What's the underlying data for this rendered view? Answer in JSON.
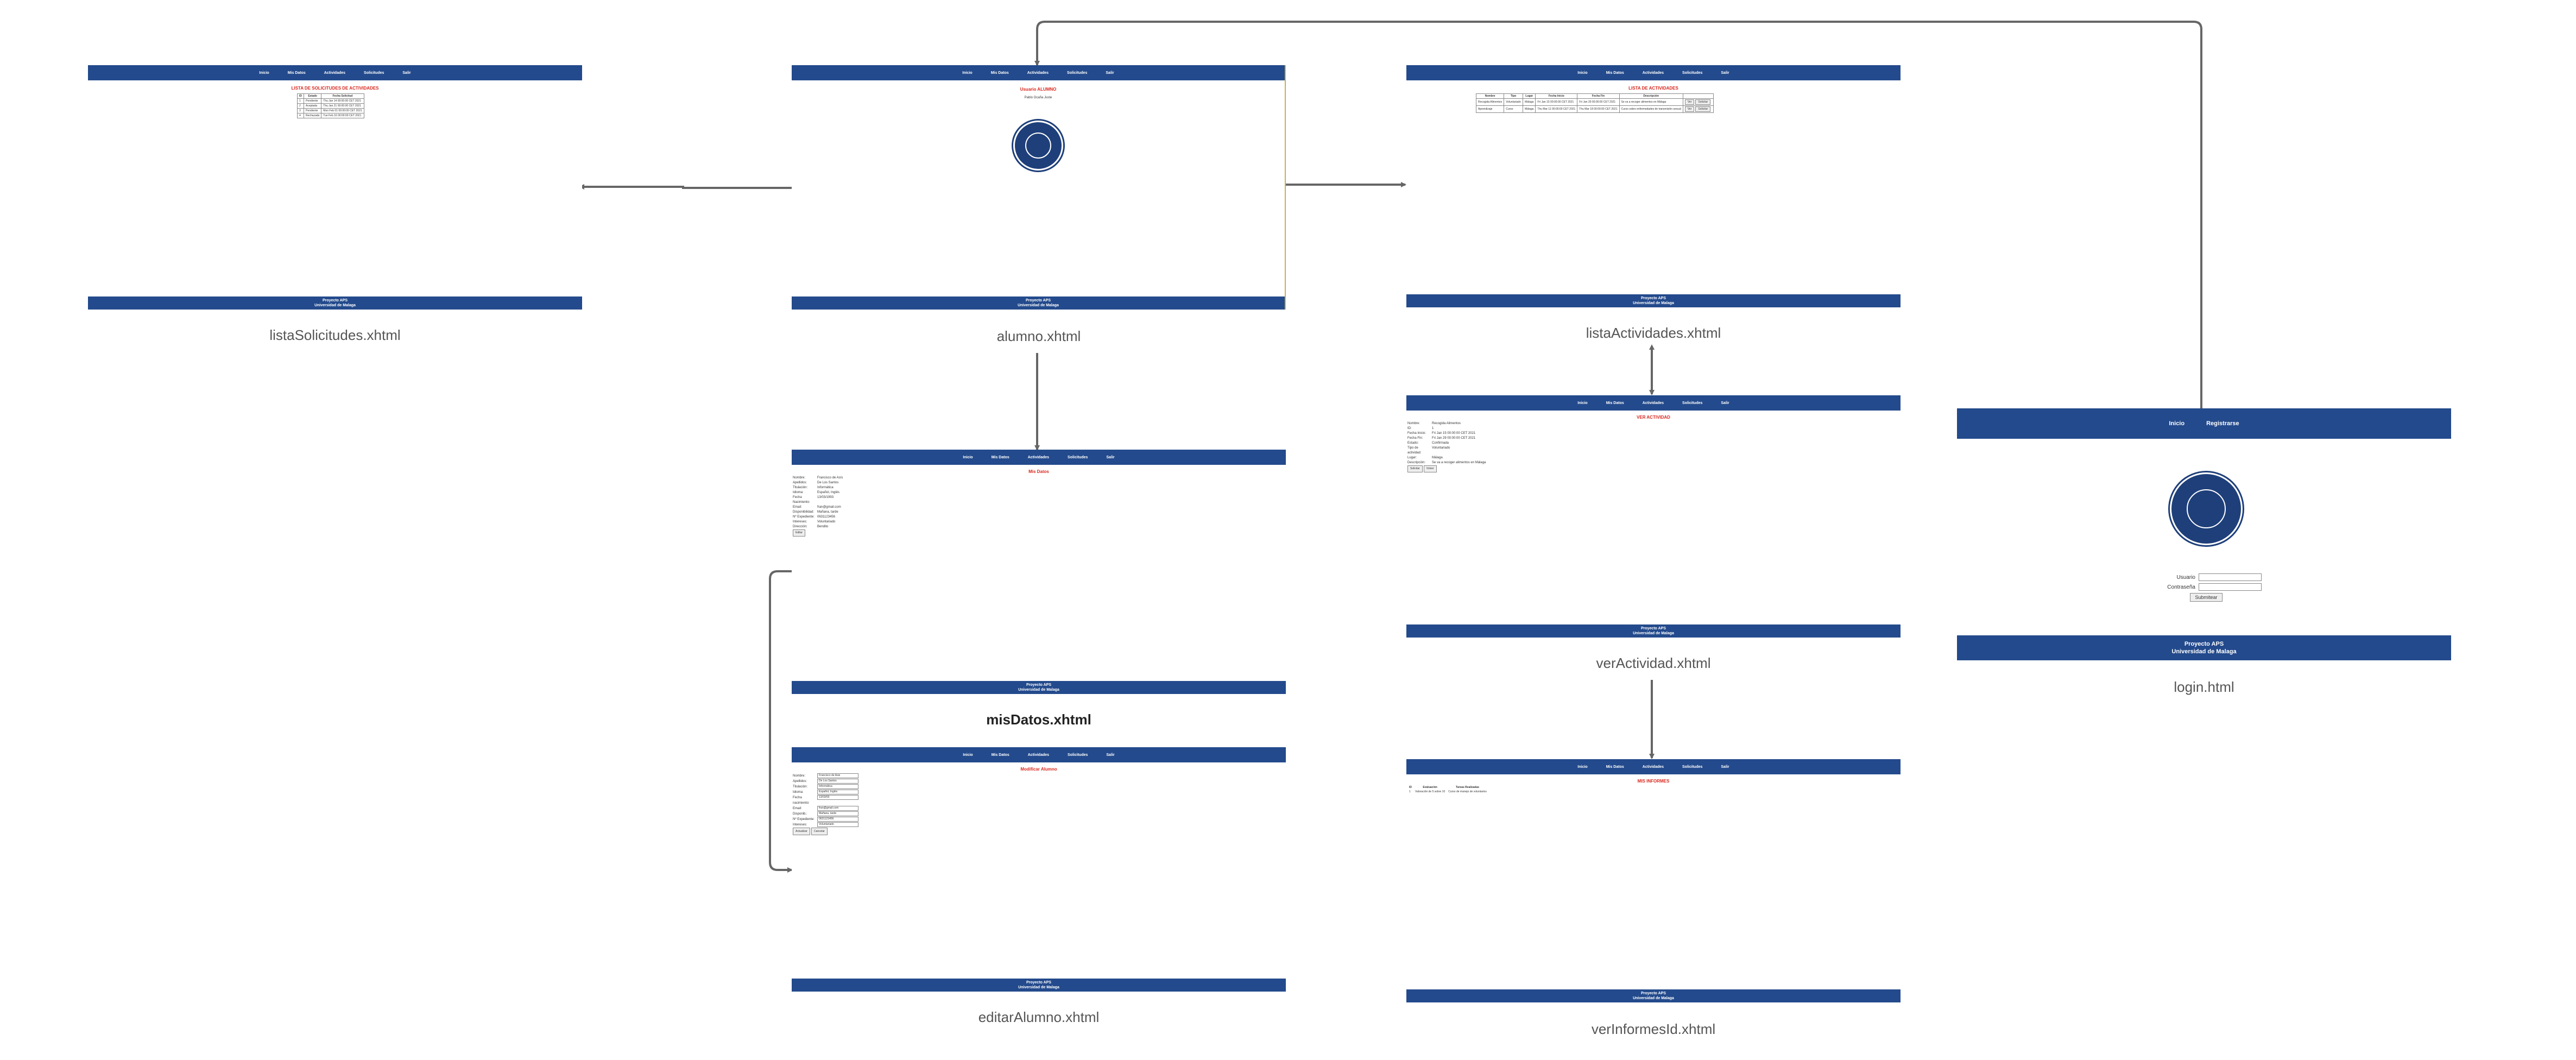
{
  "nav": {
    "home": "Inicio",
    "my_data": "Mis Datos",
    "activities": "Actividades",
    "requests": "Solicitudes",
    "exit": "Salir",
    "register": "Registrarse"
  },
  "footer": {
    "line1": "Proyecto APS",
    "line2": "Universidad de Malaga"
  },
  "screens": {
    "listaSolicitudes": {
      "caption": "listaSolicitudes.xhtml",
      "title": "LISTA DE SOLICITUDES DE ACTIVIDADES",
      "headers": [
        "ID",
        "Estado",
        "Fecha Solicitud"
      ],
      "rows": [
        [
          "1",
          "Pendiente",
          "Thu Jan 14 00:00:00 CET 2021"
        ],
        [
          "2",
          "Aceptada",
          "Thu Jan 21 00:00:00 CET 2021"
        ],
        [
          "3",
          "Pendiente",
          "Mon Feb 01 00:00:00 CET 2021"
        ],
        [
          "4",
          "Rechazada",
          "Tue Feb 16 00:00:00 CET 2021"
        ]
      ]
    },
    "alumno": {
      "caption": "alumno.xhtml",
      "welcome": "Usuario ALUMNO",
      "subtitle": "Pablo Ocaña Juste"
    },
    "misDatos": {
      "caption": "misDatos.xhtml",
      "title": "Mis Datos",
      "fields": [
        [
          "Nombre:",
          "Francisco de Asís"
        ],
        [
          "Apellidos:",
          "De Los Santos"
        ],
        [
          "Titulación:",
          "Informática"
        ],
        [
          "Idioma:",
          "Español, Inglés"
        ],
        [
          "Fecha Nacimiento:",
          "13/03/1993"
        ],
        [
          "Email:",
          "fran@gmail.com"
        ],
        [
          "Disponibilidad:",
          "Mañana, tarde"
        ],
        [
          "Nº Expediente:",
          "0631123456"
        ],
        [
          "Intereses:",
          "Voluntariado"
        ],
        [
          "Dirección:",
          "Bendito"
        ]
      ],
      "button": "Editar"
    },
    "editarAlumno": {
      "caption": "editarAlumno.xhtml",
      "title": "Modificar Alumno",
      "fields": [
        [
          "Nombre:",
          "Francisco de Asis"
        ],
        [
          "Apellidos:",
          "De Los Santos"
        ],
        [
          "Titulación:",
          "Informática"
        ],
        [
          "Idioma:",
          "Español, Inglés"
        ],
        [
          "Fecha nacimiento:",
          "13/03/93"
        ],
        [
          "Email:",
          "fran@gmail.com"
        ],
        [
          "Disponib.:",
          "Mañana, tarde"
        ],
        [
          "Nº Expediente:",
          "0631123456"
        ],
        [
          "Intereses:",
          "Voluntariado"
        ]
      ],
      "buttons": [
        "Actualizar",
        "Cancelar"
      ]
    },
    "listaActividades": {
      "caption": "listaActividades.xhtml",
      "title": "LISTA DE ACTIVIDADES",
      "headers": [
        "Nombre",
        "Tipo",
        "Lugar",
        "Fecha Inicio",
        "Fecha Fin",
        "Descripción"
      ],
      "rows": [
        [
          "Recogida Alimentos",
          "Voluntariado",
          "Málaga",
          "Fri Jan 15 00:00:00 CET 2021",
          "Fri Jan 29 00:00:00 CET 2021",
          "Se va a recoger alimentos en Málaga"
        ],
        [
          "Aprendizaje",
          "Curso",
          "Málaga",
          "Thu Mar 11 00:00:00 CET 2021",
          "Thu Mar 18 00:00:00 CET 2021",
          "Curso sobre enfermedades de transmisión sexual"
        ]
      ],
      "row_buttons": [
        "Ver",
        "Solicitar"
      ]
    },
    "verActividad": {
      "caption": "verActividad.xhtml",
      "title": "VER ACTIVIDAD",
      "fields": [
        [
          "Nombre:",
          "Recogida Alimentos"
        ],
        [
          "ID:",
          "1"
        ],
        [
          "Fecha Inicio:",
          "Fri Jan 15 00:00:00 CET 2021"
        ],
        [
          "Fecha Fin:",
          "Fri Jan 29 00:00:00 CET 2021"
        ],
        [
          "Estado:",
          "Confirmada"
        ],
        [
          "Tipo de actividad:",
          "Voluntariado"
        ],
        [
          "Lugar:",
          "Málaga"
        ],
        [
          "Descripción:",
          "Se va a recoger alimentos en Málaga"
        ]
      ],
      "buttons": [
        "Solicitar",
        "Volver"
      ]
    },
    "verInformesId": {
      "caption": "verInformesId.xhtml",
      "title": "MIS INFORMES",
      "headers": [
        "ID",
        "Evaluación",
        "Tareas Realizadas"
      ],
      "rows": [
        [
          "1",
          "Valoración de 5 sobre 10",
          "Curso de manejo de voluntarios"
        ]
      ]
    },
    "login": {
      "caption": "login.html",
      "user_label": "Usuario",
      "pass_label": "Contraseña",
      "submit": "Submitear"
    }
  }
}
